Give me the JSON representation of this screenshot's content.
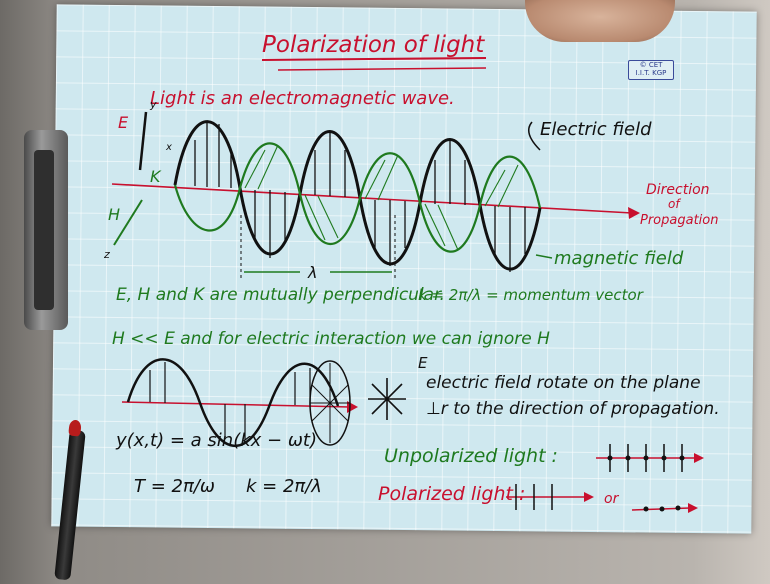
{
  "title": "Polarization of light",
  "logo_text": [
    "© CET",
    "I.I.T. KGP"
  ],
  "line1": "Light is an electromagnetic wave.",
  "label_E": "E",
  "label_K": "K",
  "label_H": "H",
  "label_y": "y",
  "label_x": "x",
  "label_z": "z",
  "electric_field": "Electric field",
  "direction": [
    "Direction",
    "of",
    "Propagation"
  ],
  "magnetic_field": "magnetic field",
  "lambda": "λ",
  "perp_line": "E, H and K are mutually perpendicular.",
  "k_formula": "k = 2π/λ = momentum vector",
  "ignore_line": "H << E and for electric interaction we can ignore H",
  "rotate_label_E": "E",
  "rotate_line1": "electric field rotate on the plane",
  "rotate_line2": "⊥r to the direction of propagation.",
  "wave_eq": "y(x,t) = a sin(kx − ωt)",
  "T_eq": "T = 2π/ω",
  "k_eq": "k = 2π/λ",
  "unpolarized": "Unpolarized light :",
  "polarized": "Polarized light :",
  "or": "or",
  "colors": {
    "red": "#c8102e",
    "green": "#1f7a1f",
    "black": "#111111",
    "paper": "#cfe8ef"
  }
}
